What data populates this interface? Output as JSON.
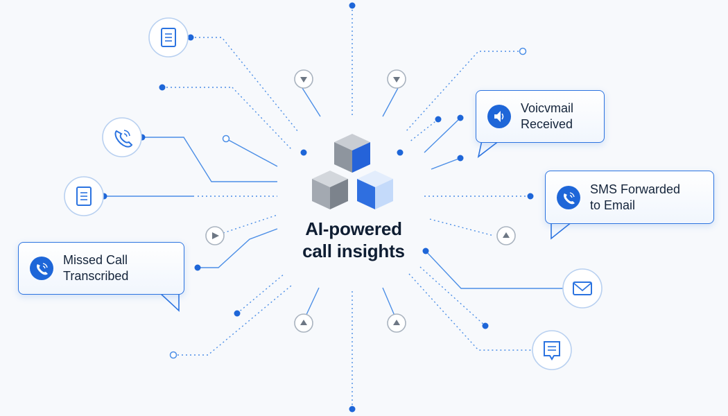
{
  "center": {
    "title_line1": "AI-powered",
    "title_line2": "call insights"
  },
  "bubbles": {
    "missed_call": {
      "line1": "Missed Call",
      "line2": "Transcribed",
      "icon": "phone-icon"
    },
    "voicemail": {
      "line1": "Voicvmail",
      "line2": "Received",
      "icon": "speaker-icon"
    },
    "sms": {
      "line1": "SMS Forwarded",
      "line2": "to Email",
      "icon": "phone-icon"
    }
  },
  "icons": [
    "document-icon",
    "phone-icon",
    "document-icon",
    "play-icon",
    "arrow-down-icon",
    "arrow-down-icon",
    "arrow-up-icon",
    "arrow-up-icon",
    "arrow-up-icon",
    "envelope-icon",
    "chat-icon",
    "cubes-icon"
  ],
  "colors": {
    "accent": "#1e66d8",
    "line": "#4b8ee6",
    "icon_ring": "#9fc0ec",
    "background": "#f7f9fc",
    "cube_blue": "#2563d9",
    "cube_grey": "#8e959e"
  }
}
